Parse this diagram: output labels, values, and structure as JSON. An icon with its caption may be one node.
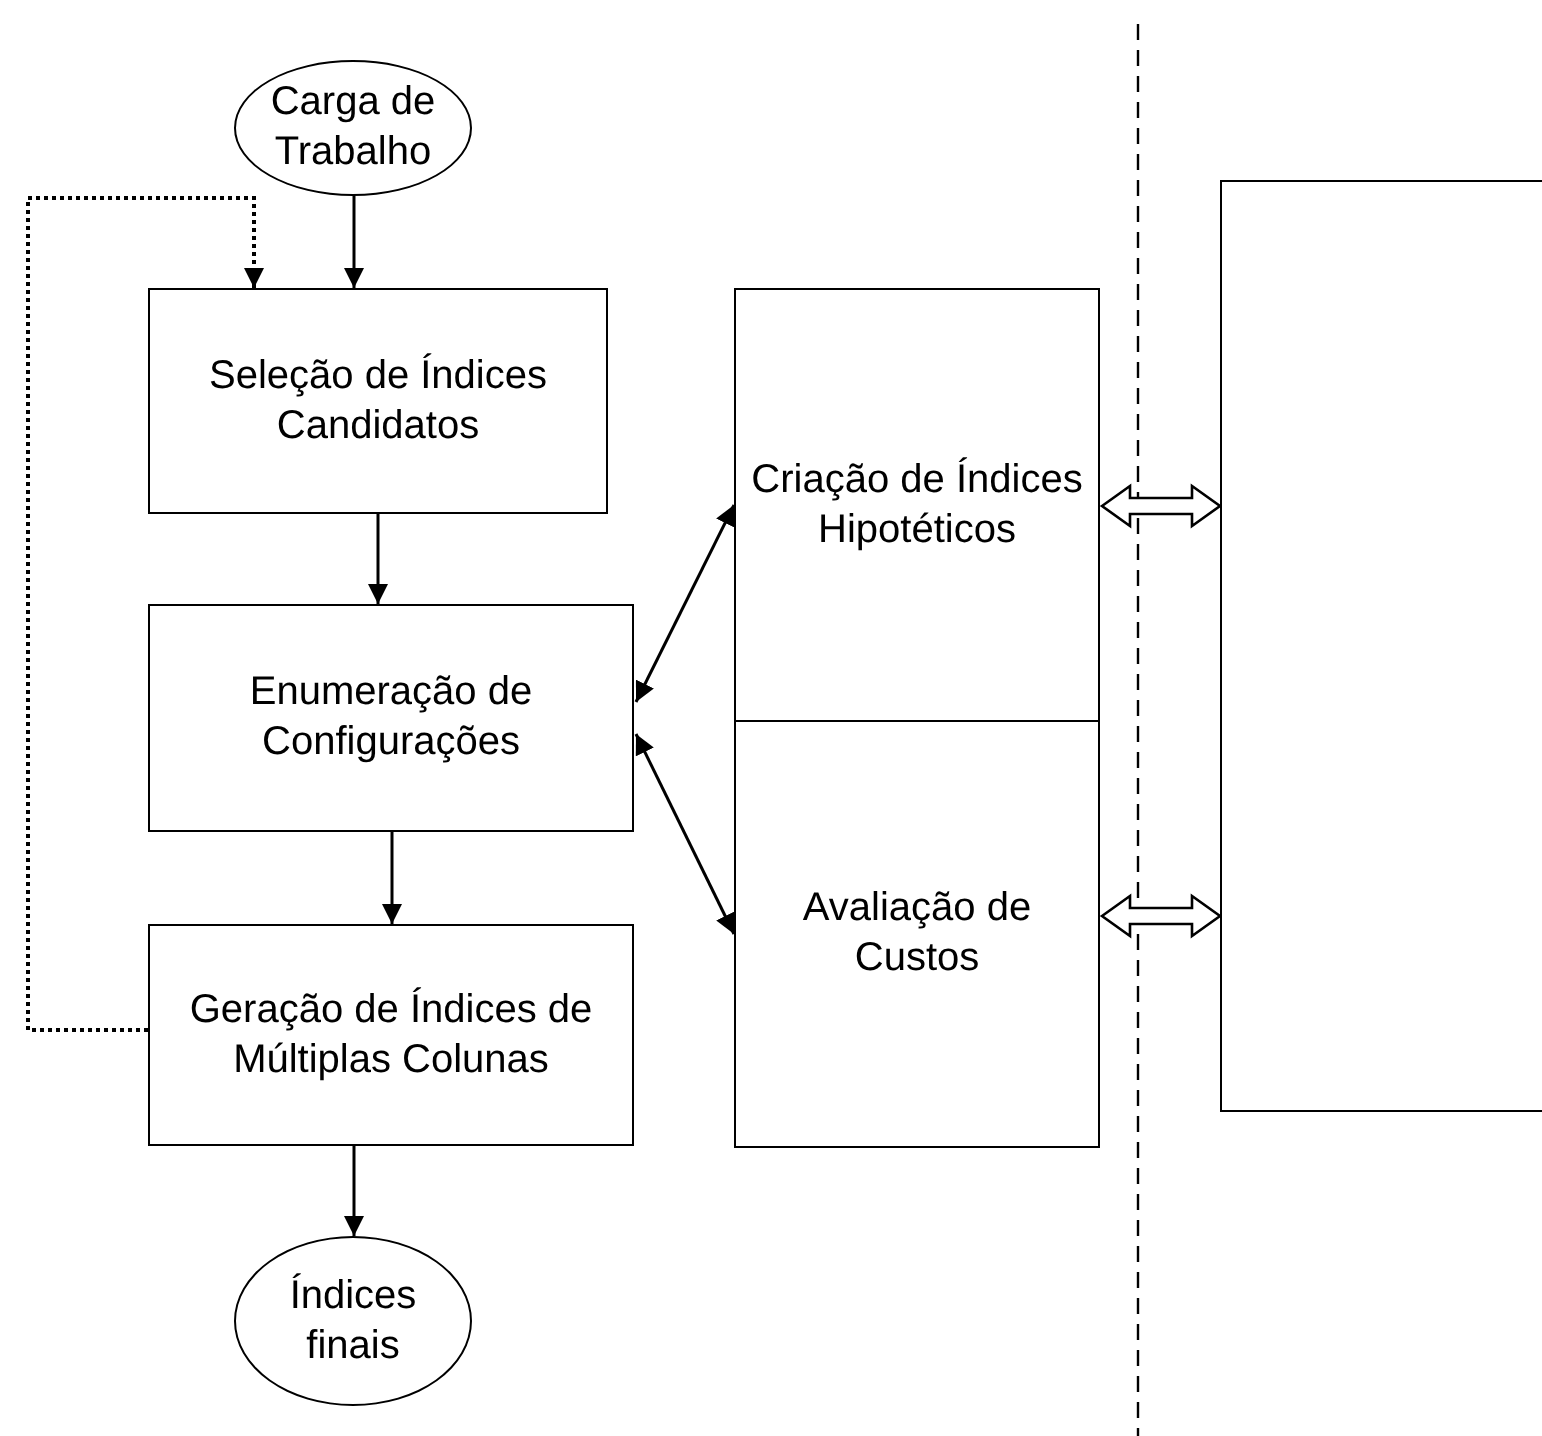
{
  "diagram": {
    "nodes": [
      {
        "text": [
          "Carga de Trabalho"
        ]
      },
      {
        "text": [
          "Seleção de Índices Candidatos"
        ]
      },
      {
        "text": [
          "Enumeração de Configurações"
        ]
      },
      {
        "text": [
          "Geração de Índices de Múltiplas Colunas"
        ]
      },
      {
        "text": [
          "Índices finais"
        ]
      },
      {
        "text": [
          "Criação de Índices Hipotéticos"
        ]
      },
      {
        "text": [
          "Avaliação de Custos"
        ]
      },
      {
        "text": [],
        "shape": "box"
      }
    ],
    "edges": [
      {
        "from": 0,
        "to": 1,
        "arrow": "to"
      },
      {
        "from": 1,
        "to": 2,
        "arrow": "to"
      },
      {
        "from": 2,
        "to": 3,
        "arrow": "to"
      },
      {
        "from": 3,
        "to": 4,
        "arrow": "to"
      },
      {
        "from": 3,
        "to": 1,
        "arrow": "to",
        "style": "dashed"
      },
      {
        "from": 2,
        "to": 5,
        "arrow": "both"
      },
      {
        "from": 2,
        "to": 6,
        "arrow": "both"
      },
      {
        "from": 5,
        "to": 7,
        "arrow": "both",
        "style": "thick"
      },
      {
        "from": 6,
        "to": 7,
        "arrow": "both",
        "style": "thick"
      }
    ]
  }
}
